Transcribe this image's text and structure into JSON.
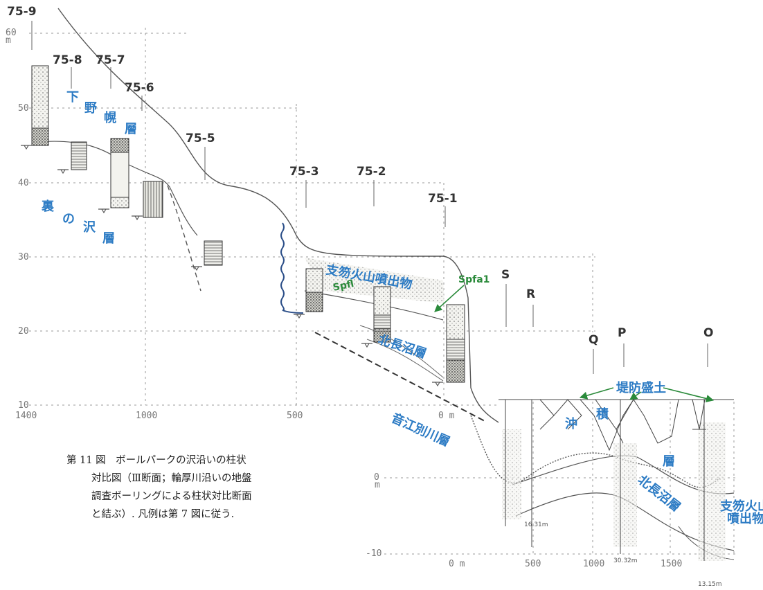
{
  "boreholes": {
    "b75_9": "75-9",
    "b75_8": "75-8",
    "b75_7": "75-7",
    "b75_6": "75-6",
    "b75_5": "75-5",
    "b75_3": "75-3",
    "b75_2": "75-2",
    "b75_1": "75-1",
    "S": "S",
    "R": "R",
    "Q": "Q",
    "P": "P",
    "O": "O"
  },
  "elevation_axis": {
    "t60": "60",
    "t50": "50",
    "t40": "40",
    "t30": "30",
    "t20": "20",
    "t10": "10",
    "t0": "0",
    "tm10": "-10",
    "unit_top": "m",
    "unit_zero": "m"
  },
  "distance_axis_upper": {
    "d1400": "1400",
    "d1000": "1000",
    "d500": "500",
    "d0": "0 m"
  },
  "distance_axis_lower": {
    "d0": "0 m",
    "d500": "500",
    "d1000": "1000",
    "d1500": "1500"
  },
  "units": {
    "shimo_nopporo": [
      "下",
      "野",
      "幌",
      "層"
    ],
    "uranosawa": [
      "裏",
      "の",
      "沢",
      "層"
    ],
    "shikotsu_upper": "支笏火山噴出物",
    "kitanaganuma_upper": "北長沼層",
    "otoebetsu": "音江別川層",
    "embankment": "堤防盛土",
    "alluvium": [
      "沖",
      "積",
      "層"
    ],
    "kitanaganuma_lower": "北長沼層",
    "shikotsu_lower_1": "支笏火山",
    "shikotsu_lower_2": "噴出物"
  },
  "markers": {
    "spfl": "Spfl",
    "spfa1": "Spfa1"
  },
  "depths": {
    "d1": "16.31m",
    "d2": "30.32m",
    "d3": "13.15m"
  },
  "caption": {
    "line1": "第 11 図　ボールパークの沢沿いの柱状",
    "line2": "対比図（Ⅲ断面；輪厚川沿いの地盤",
    "line3": "調査ボーリングによる柱状対比断面",
    "line4": "と結ぶ）. 凡例は第 7 図に従う."
  },
  "colors": {
    "unit_label": "#2c7bc4",
    "marker_label": "#2a8a3a",
    "grid": "#999999"
  }
}
